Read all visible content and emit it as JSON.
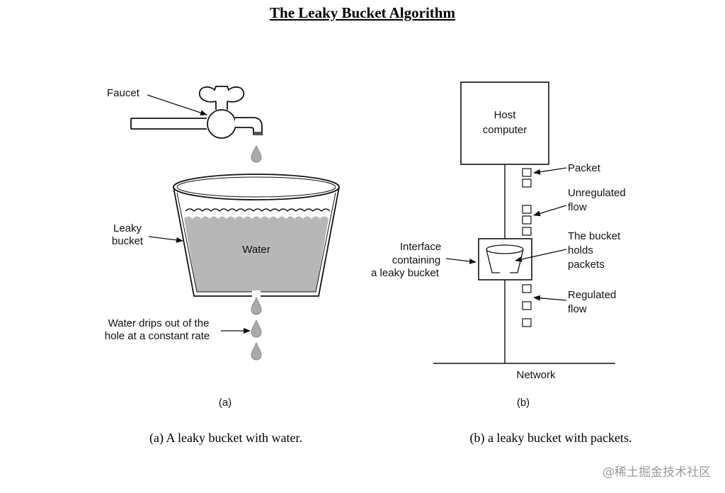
{
  "title": "The Leaky Bucket Algorithm",
  "panel_a": {
    "faucet_label": "Faucet",
    "bucket_label_line1": "Leaky",
    "bucket_label_line2": "bucket",
    "water_label": "Water",
    "drips_line1": "Water drips out of the",
    "drips_line2": "hole at a constant rate",
    "tag": "(a)",
    "caption": "(a) A leaky bucket with water."
  },
  "panel_b": {
    "host_line1": "Host",
    "host_line2": "computer",
    "packet_label": "Packet",
    "unregulated_line1": "Unregulated",
    "unregulated_line2": "flow",
    "bucket_line1": "The bucket",
    "bucket_line2": "holds",
    "bucket_line3": "packets",
    "interface_line1": "Interface",
    "interface_line2": "containing",
    "interface_line3": "a leaky bucket",
    "regulated_line1": "Regulated",
    "regulated_line2": "flow",
    "network_label": "Network",
    "tag": "(b)",
    "caption": "(b) a leaky bucket with packets."
  },
  "watermark": "@稀土掘金技术社区",
  "colors": {
    "water": "#b7b7b7",
    "ink": "#111111"
  }
}
